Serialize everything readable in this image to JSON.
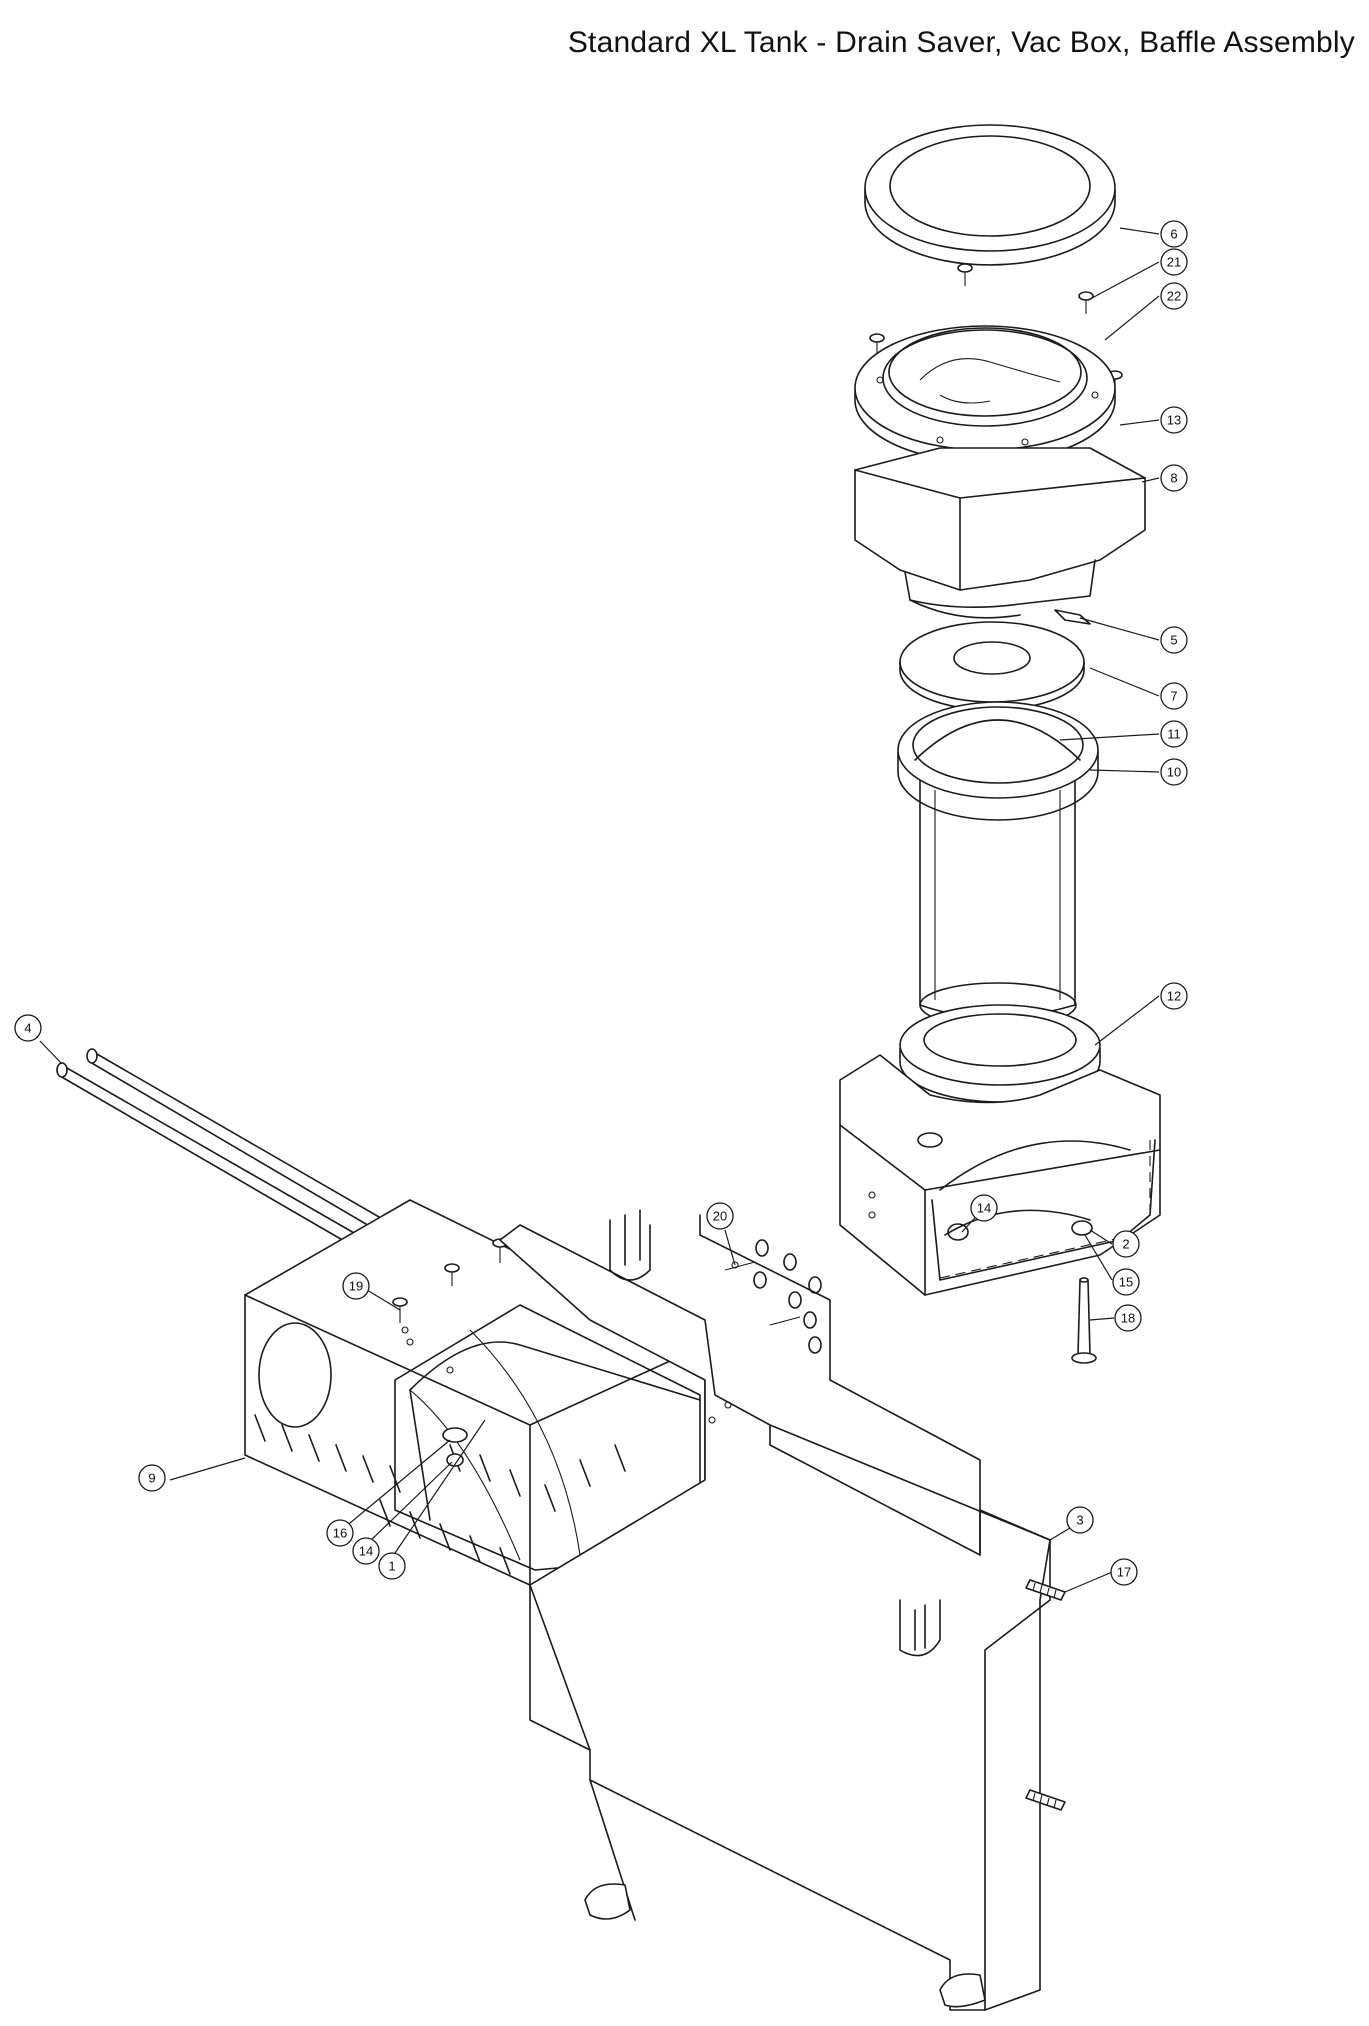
{
  "title": "Standard XL Tank - Drain Saver, Vac Box, Baffle Assembly",
  "callouts": [
    "1",
    "2",
    "3",
    "4",
    "5",
    "6",
    "7",
    "8",
    "9",
    "10",
    "11",
    "12",
    "13",
    "14",
    "14",
    "15",
    "16",
    "17",
    "18",
    "19",
    "20",
    "21",
    "22"
  ]
}
